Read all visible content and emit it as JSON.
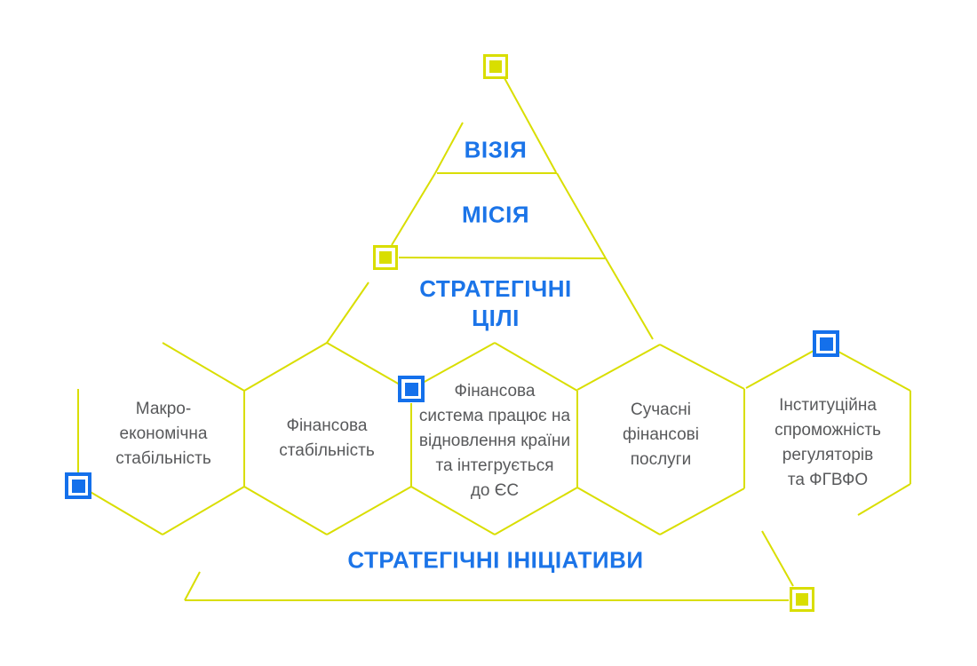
{
  "colors": {
    "accent_blue": "#1b74e8",
    "marker_blue": "#1470eb",
    "line_yellow": "#d9de00",
    "text_gray": "#58595b",
    "background": "#ffffff"
  },
  "pyramid": {
    "vision_label": "ВІЗІЯ",
    "mission_label": "МІСІЯ",
    "strategic_goals_label": "СТРАТЕГІЧНІ\nЦІЛІ"
  },
  "hexagons": [
    {
      "label": "Макро-\nекономічна\nстабільність"
    },
    {
      "label": "Фінансова\nстабільність"
    },
    {
      "label": "Фінансова\nсистема працює на\nвідновлення країни\nта інтегрується\nдо ЄС"
    },
    {
      "label": "Сучасні\nфінансові\nпослуги"
    },
    {
      "label": "Інституційна\nспроможність\nрегуляторів\nта ФГВФО"
    }
  ],
  "footer": {
    "strategic_initiatives_label": "СТРАТЕГІЧНІ ІНІЦІАТИВИ"
  },
  "markers": [
    {
      "id": "vision-apex",
      "color": "yellow"
    },
    {
      "id": "mission-left",
      "color": "yellow"
    },
    {
      "id": "goals-hexagon",
      "color": "blue"
    },
    {
      "id": "macro-stability-left",
      "color": "blue"
    },
    {
      "id": "institutional-top",
      "color": "blue"
    },
    {
      "id": "initiatives-right",
      "color": "yellow"
    }
  ]
}
